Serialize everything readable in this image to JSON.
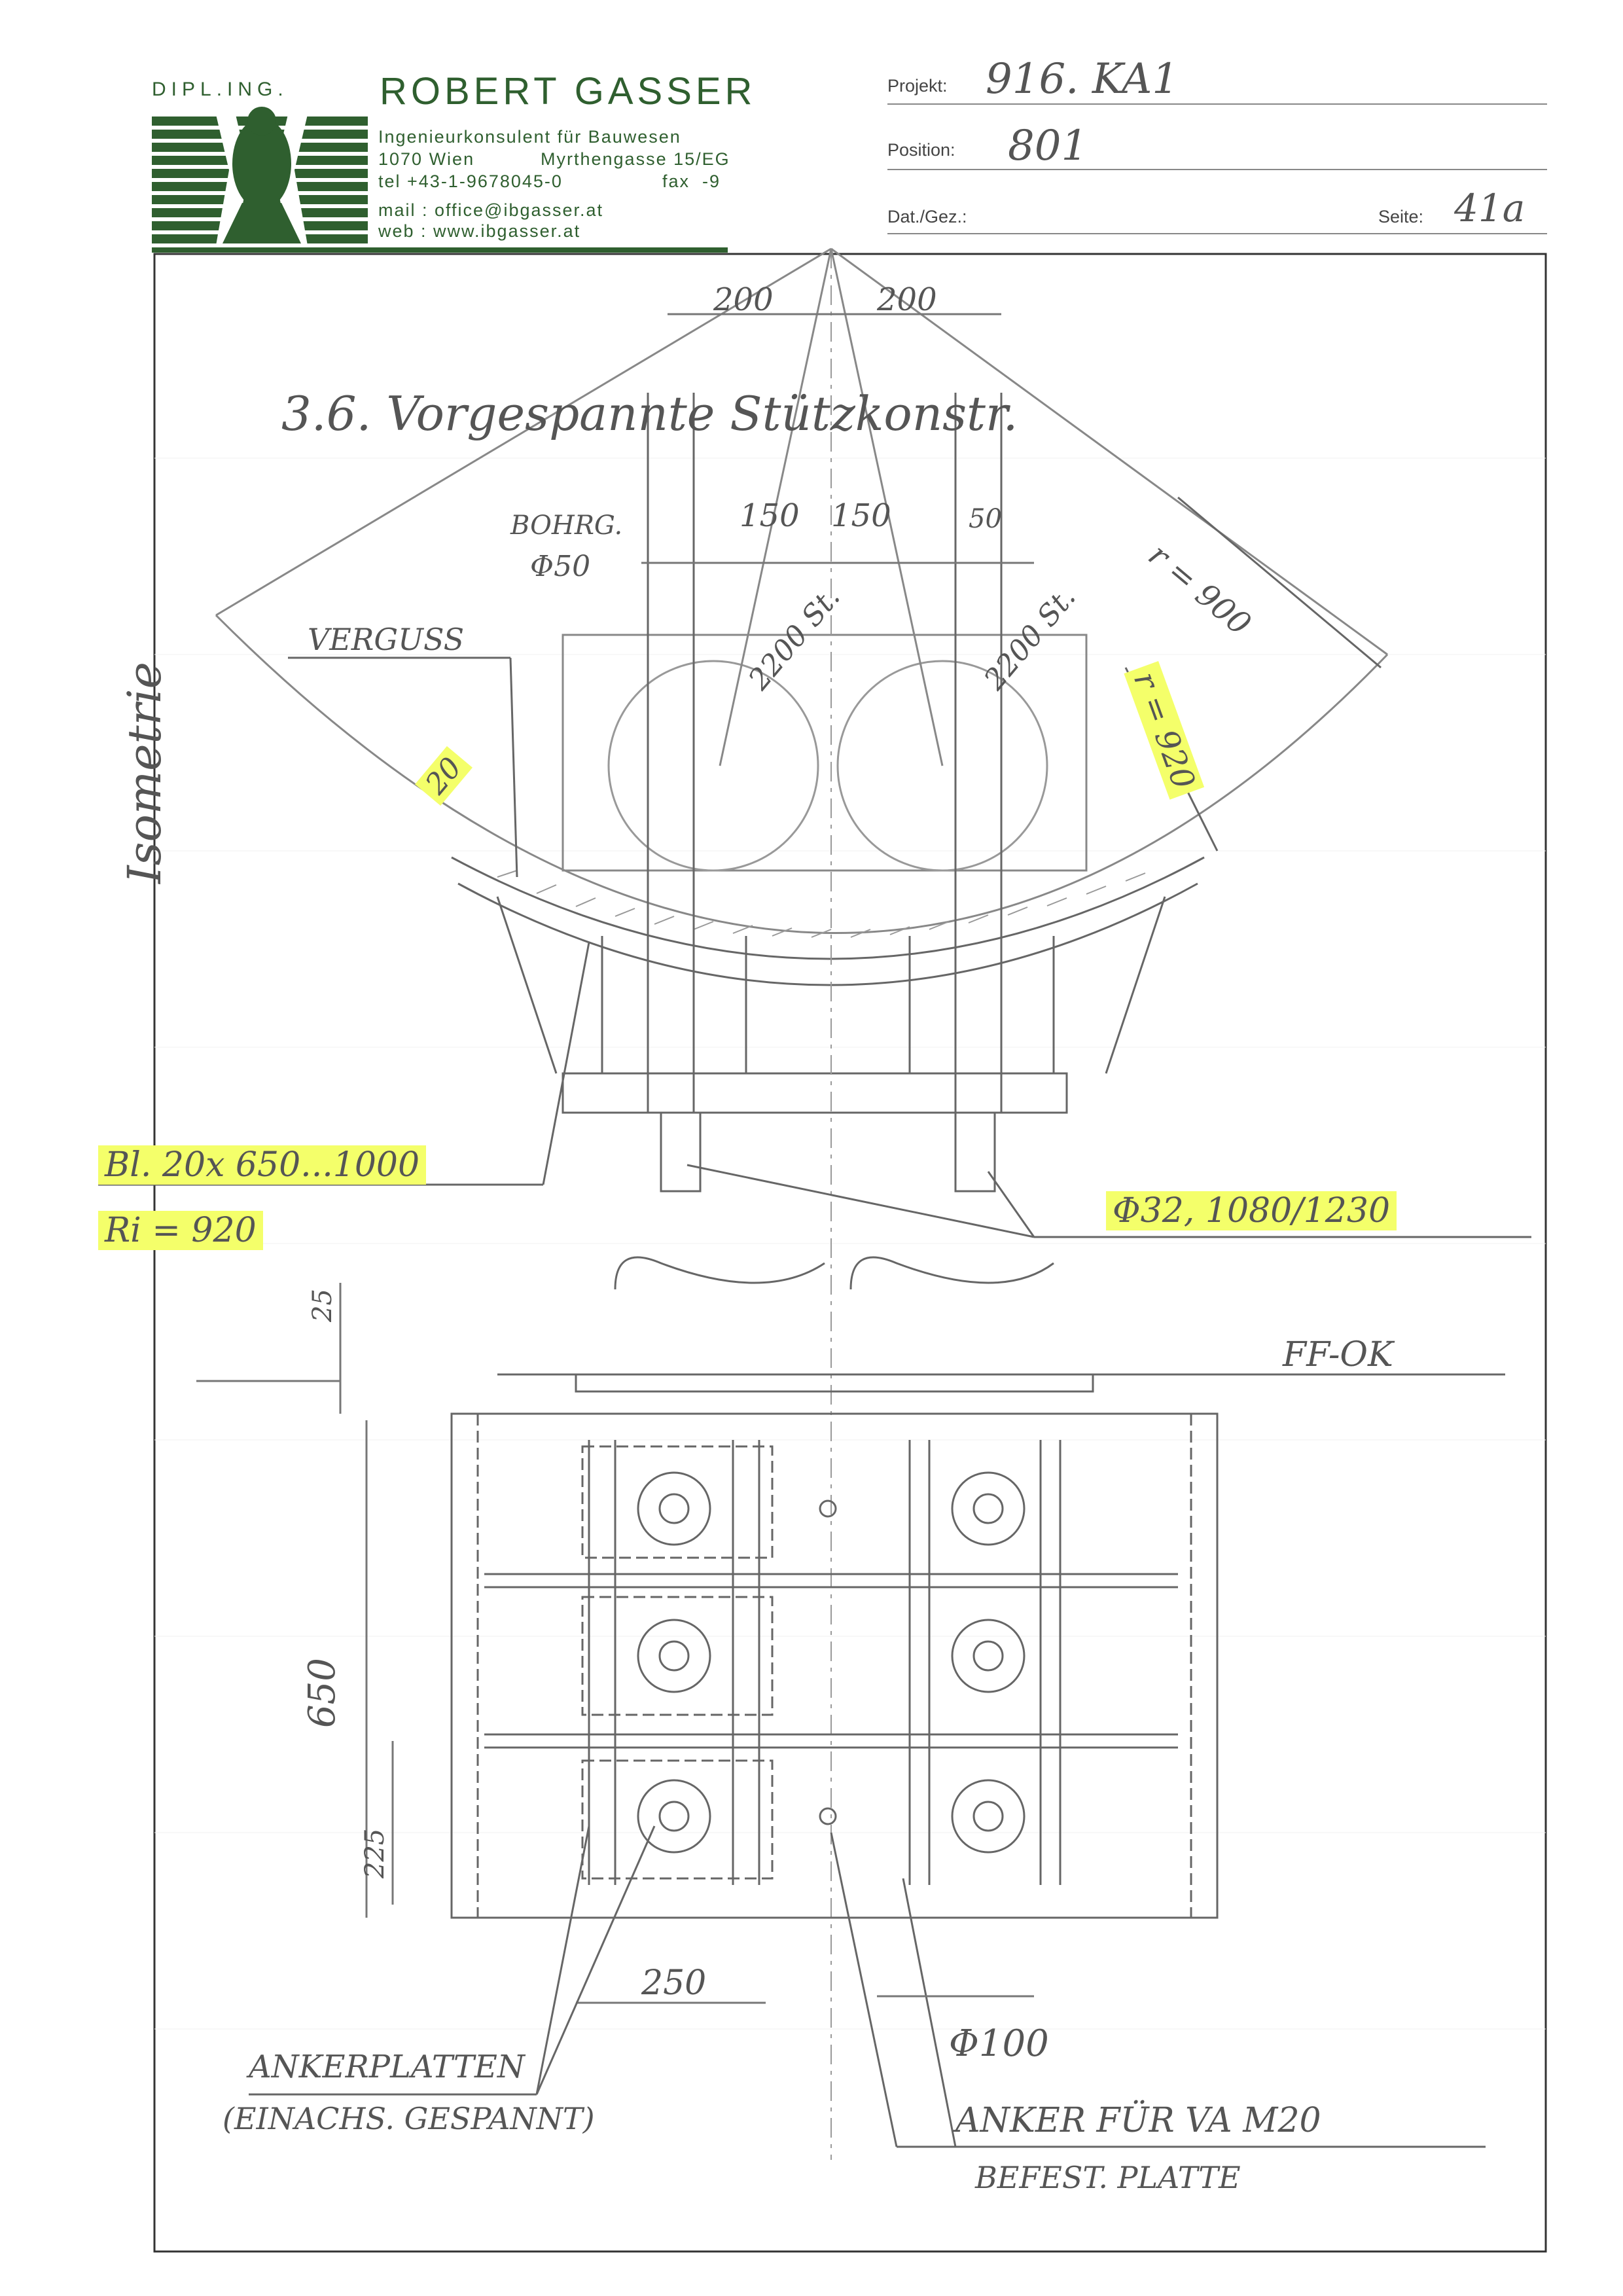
{
  "letterhead": {
    "title_prefix": "DIPL.ING.",
    "name": "ROBERT GASSER",
    "subtitle": "Ingenieurkonsulent für Bauwesen",
    "address_city": "1070 Wien",
    "address_street": "Myrthengasse 15/EG",
    "tel": "tel +43-1-9678045-0",
    "fax": "fax  -9",
    "mail": "mail : office@ibgasser.at",
    "web": "web : www.ibgasser.at",
    "brand_color": "#2f5f2f"
  },
  "fields": {
    "project_label": "Projekt:",
    "project_value": "916. KA1",
    "position_label": "Position:",
    "position_value": "801",
    "date_label": "Dat./Gez.:",
    "date_value": "",
    "page_label": "Seite:",
    "page_value": "41a"
  },
  "drawing": {
    "heading": "3.6. Vorgespannte Stützkonstr.",
    "side_label": "Isometrie",
    "dim_top_left": "200",
    "dim_top_right": "200",
    "bohrung": "BOHRG.",
    "bohrung_dia": "Φ50",
    "dim_150_a": "150",
    "dim_150_b": "150",
    "dim_small": "50",
    "dia_2200_left": "2200 St.",
    "dia_2200_right": "2200 St.",
    "radius_outer": "r = 900",
    "radius_inner": "r = 920",
    "verguss": "VERGUSS",
    "dim_20": "20",
    "plate_spec": "Bl. 20x 650...1000",
    "plate_radius": "Ri = 920",
    "anchor_spec": "Φ32, 1080/1230",
    "dim_25": "25",
    "ff_ok": "FF-OK",
    "dim_650": "650",
    "dim_225": "225",
    "dim_250": "250",
    "dia_100": "Φ100",
    "ankerplatten": "ANKERPLATTEN",
    "einachs": "(EINACHS. GESPANNT)",
    "anker_fuer": "ANKER FÜR  VA M20",
    "befest_platte": "BEFEST. PLATTE",
    "highlight_color": "#f4ff6a"
  }
}
